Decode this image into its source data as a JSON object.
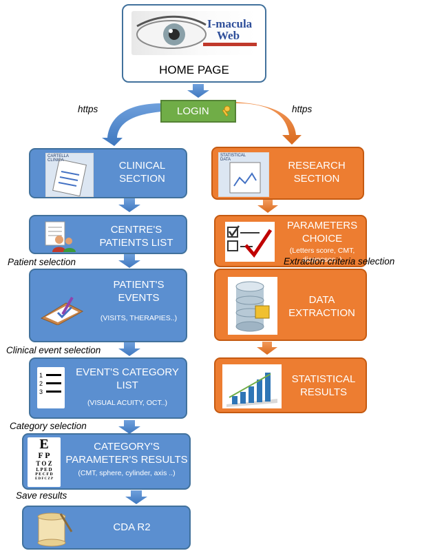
{
  "home": {
    "logo_line1": "I-macula",
    "logo_line2": "Web",
    "label": "HOME PAGE"
  },
  "login": {
    "label": "LOGIN",
    "icon": "key-icon"
  },
  "protocol_labels": {
    "left": "https",
    "right": "https"
  },
  "clinical": {
    "section_title_1": "CLINICAL",
    "section_title_2": "SECTION",
    "section_thumb_caption": "CARTELLA CLINICA",
    "patients_list_1": "CENTRE'S",
    "patients_list_2": "PATIENTS LIST",
    "patient_selection": "Patient selection",
    "events_1": "PATIENT'S",
    "events_2": "EVENTS",
    "events_sub": "(VISITS, THERAPIES..)",
    "clinical_event_selection": "Clinical event selection",
    "category_1": "EVENT'S CATEGORY",
    "category_2": "LIST",
    "category_sub": "(VISUAL ACUITY, OCT..)",
    "category_selection": "Category selection",
    "results_1": "CATEGORY'S",
    "results_2": "PARAMETER'S RESULTS",
    "results_sub": "(CMT, sphere, cylinder, axis ..)",
    "save_results": "Save results",
    "cda": "CDA R2",
    "list_numbers": [
      "1",
      "2",
      "3"
    ],
    "eye_chart_rows": [
      "E",
      "F P",
      "T O Z",
      "L P E D",
      "P E C F D",
      "E D F C Z P"
    ]
  },
  "research": {
    "section_title_1": "RESEARCH",
    "section_title_2": "SECTION",
    "section_thumb_caption": "STATISTICAL DATA",
    "params_1": "PARAMETERS",
    "params_2": "CHOICE",
    "params_sub_1": "(Letters score, CMT,",
    "params_sub_2": "diagnoses..)",
    "extraction_criteria": "Extraction criteria selection",
    "data_1": "DATA",
    "data_2": "EXTRACTION",
    "stats_1": "STATISTICAL",
    "stats_2": "RESULTS"
  },
  "colors": {
    "blue": "#5b8fd0",
    "orange": "#ed7d31",
    "green": "#70ad47",
    "arrow_blue": "#5b8fd0",
    "arrow_orange": "#ed7d31"
  }
}
